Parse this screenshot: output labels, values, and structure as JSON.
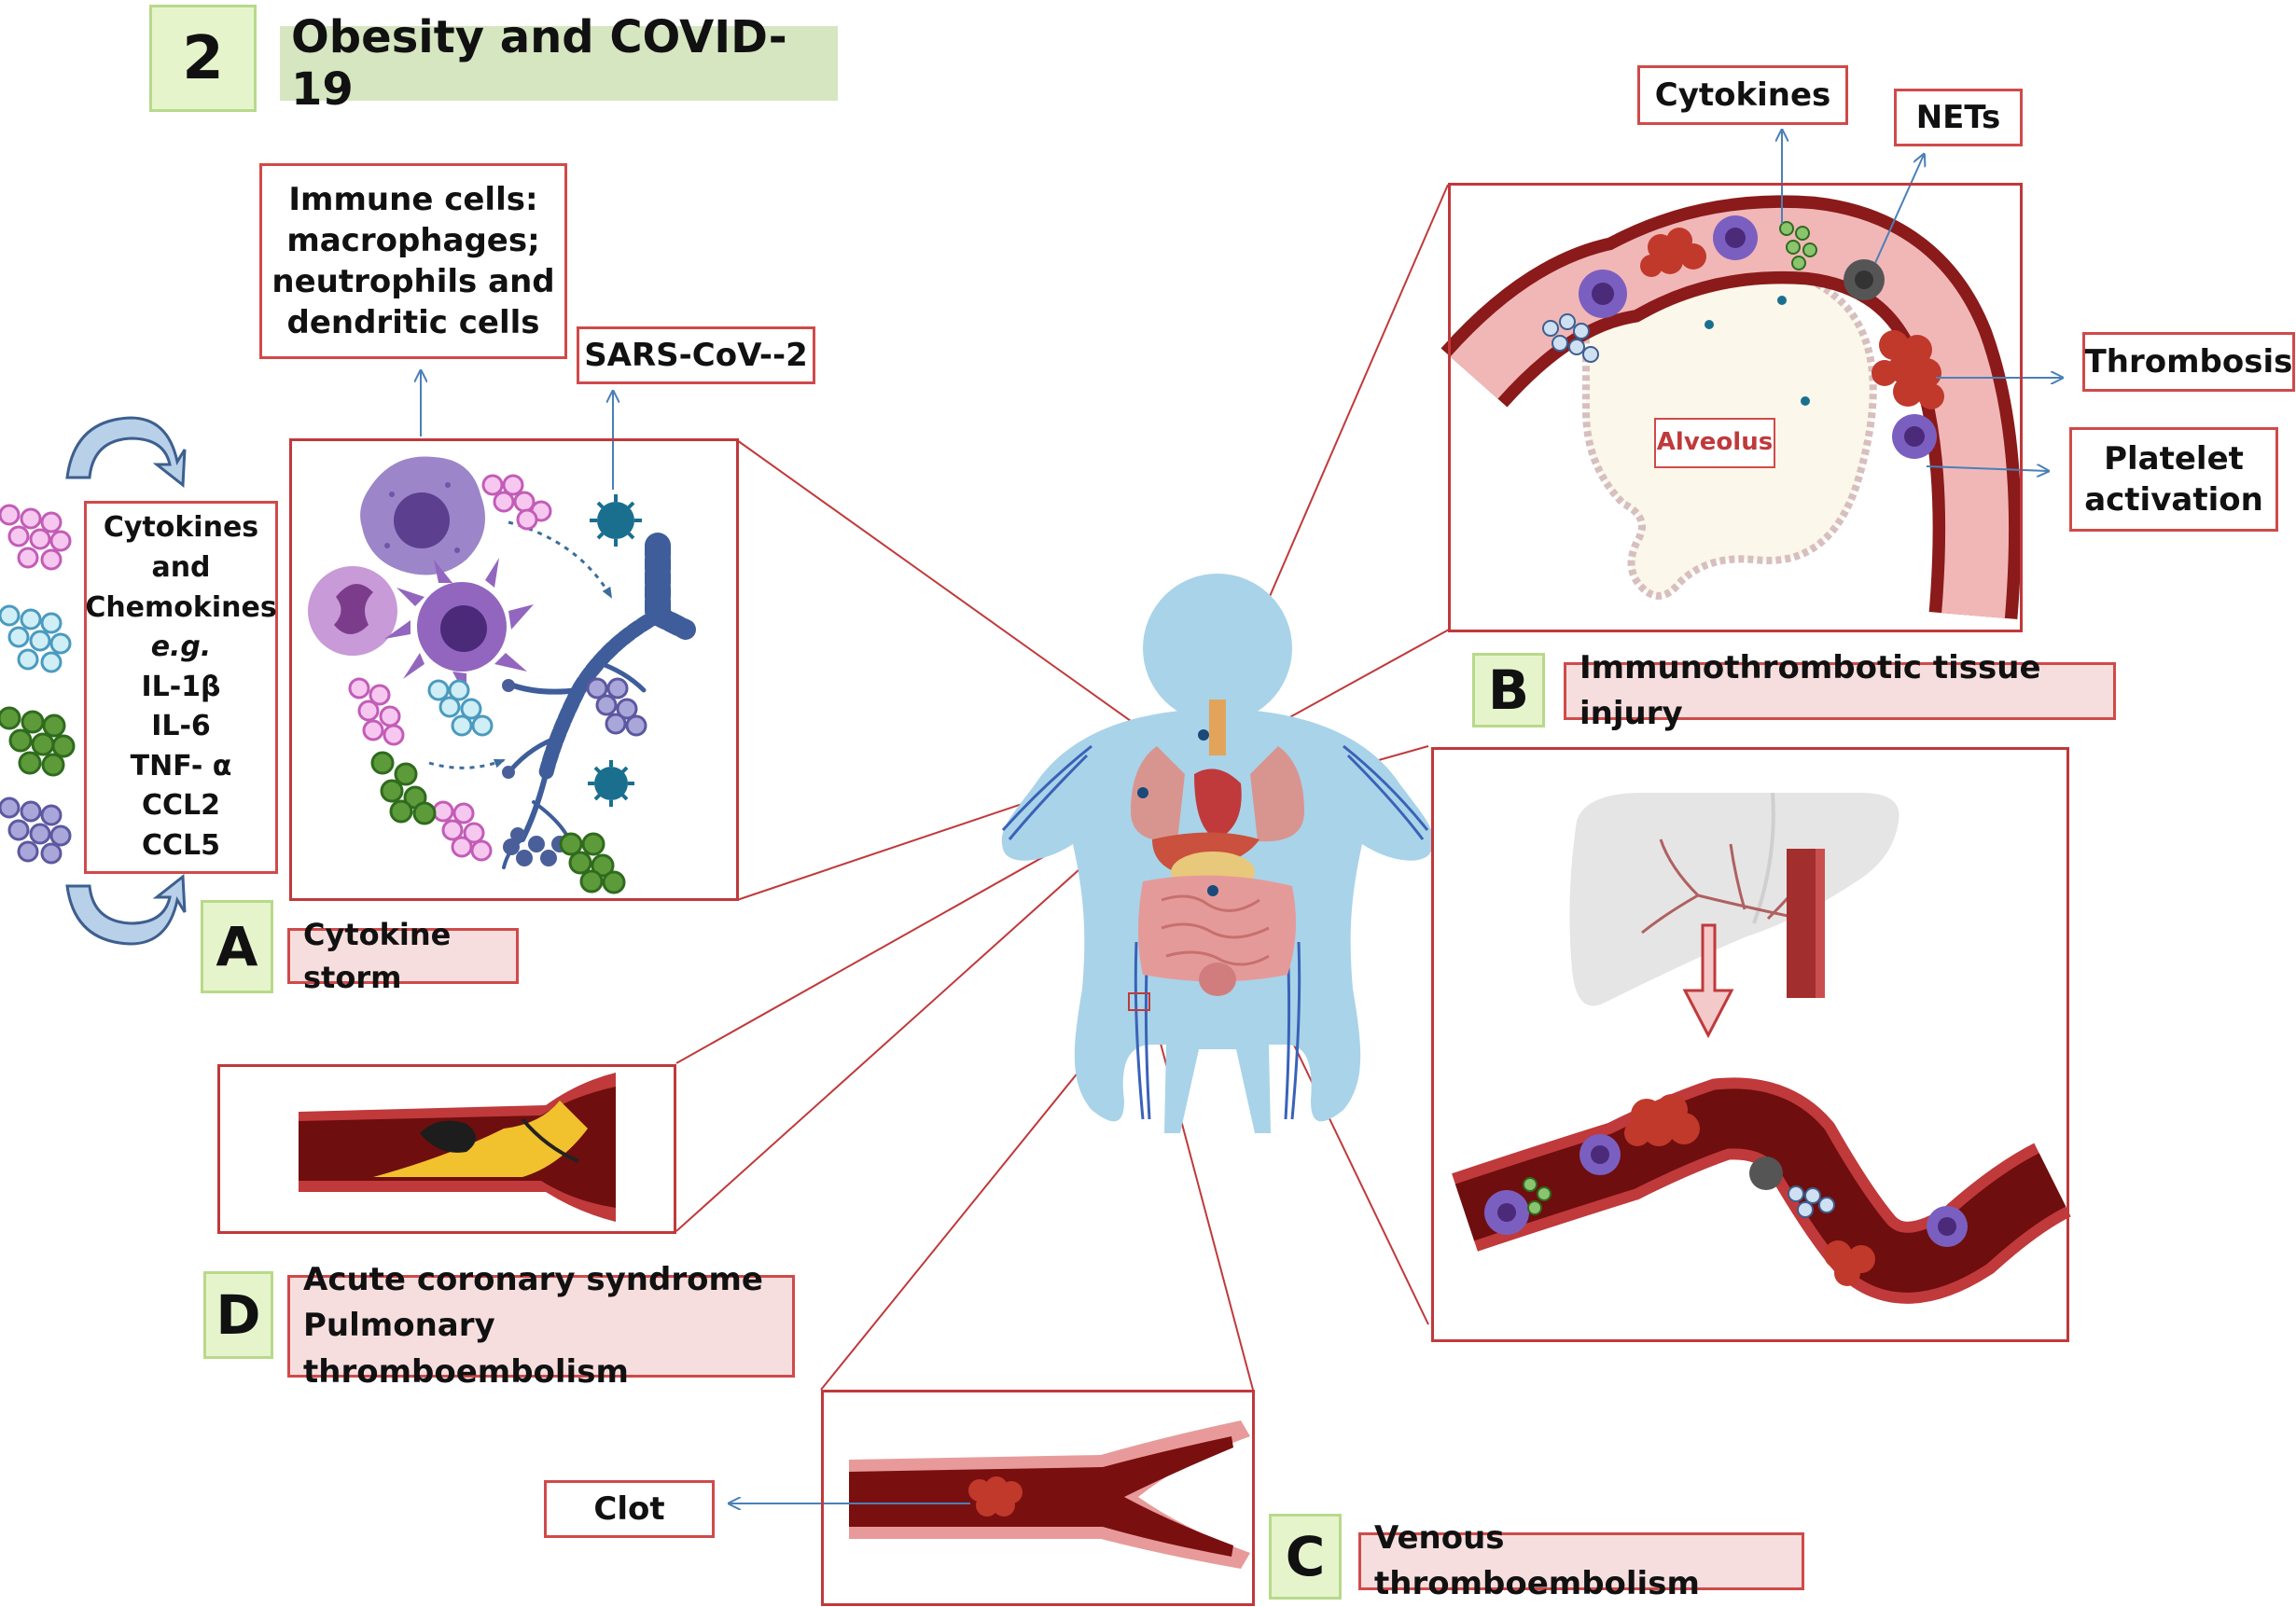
{
  "figure_number": "2",
  "title": "Obesity and COVID-19",
  "panel_a": {
    "letter": "A",
    "caption": "Cytokine storm",
    "immune_cells_label": [
      "Immune cells:",
      "macrophages;",
      "neutrophils and",
      "dendritic cells"
    ],
    "virus_label": "SARS-CoV--2",
    "cytokine_list": [
      "Cytokines",
      "and",
      "Chemokines",
      "e.g.",
      "IL-1β",
      "IL-6",
      "TNF- α",
      "CCL2",
      "CCL5"
    ]
  },
  "panel_b": {
    "letter": "B",
    "caption": "Immunothrombotic tissue injury",
    "alveolus_label": "Alveolus",
    "cytokines_label": "Cytokines",
    "nets_label": "NETs",
    "thrombosis_label": "Thrombosis",
    "platelet_label": [
      "Platelet",
      "activation"
    ]
  },
  "panel_c": {
    "letter": "C",
    "caption": "Venous thromboembolism",
    "clot_label": "Clot"
  },
  "panel_d": {
    "letter": "D",
    "caption_lines": [
      "Acute coronary syndrome",
      "Pulmonary thromboembolism"
    ]
  },
  "colors": {
    "frame": "#c0393b",
    "label_border": "#d04a4a",
    "pink_fill": "#f7dede",
    "green_fill": "#e6f4cc",
    "title_fill": "#d5e6c1",
    "vessel": "#8b1a1a",
    "body": "#a9d3e8",
    "arrow": "#4a80b8"
  }
}
